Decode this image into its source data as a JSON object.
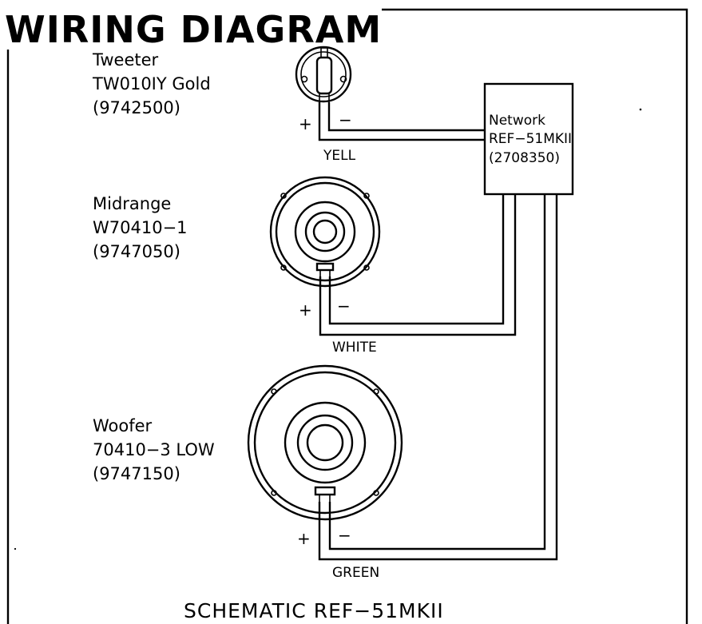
{
  "title": "WIRING DIAGRAM",
  "tweeter": {
    "name": "Tweeter",
    "model": "TW010IY Gold",
    "part": "(9742500)",
    "plus": "+",
    "minus": "−",
    "wire": "YELL"
  },
  "midrange": {
    "name": "Midrange",
    "model": "W70410−1",
    "part": "(9747050)",
    "plus": "+",
    "minus": "−",
    "wire": "WHITE"
  },
  "woofer": {
    "name": "Woofer",
    "model": "70410−3 LOW",
    "part": "(9747150)",
    "plus": "+",
    "minus": "−",
    "wire": "GREEN"
  },
  "network": {
    "name": "Network",
    "model": "REF−51MKII",
    "part": "(2708350)"
  },
  "caption": "SCHEMATIC REF−51MKII"
}
